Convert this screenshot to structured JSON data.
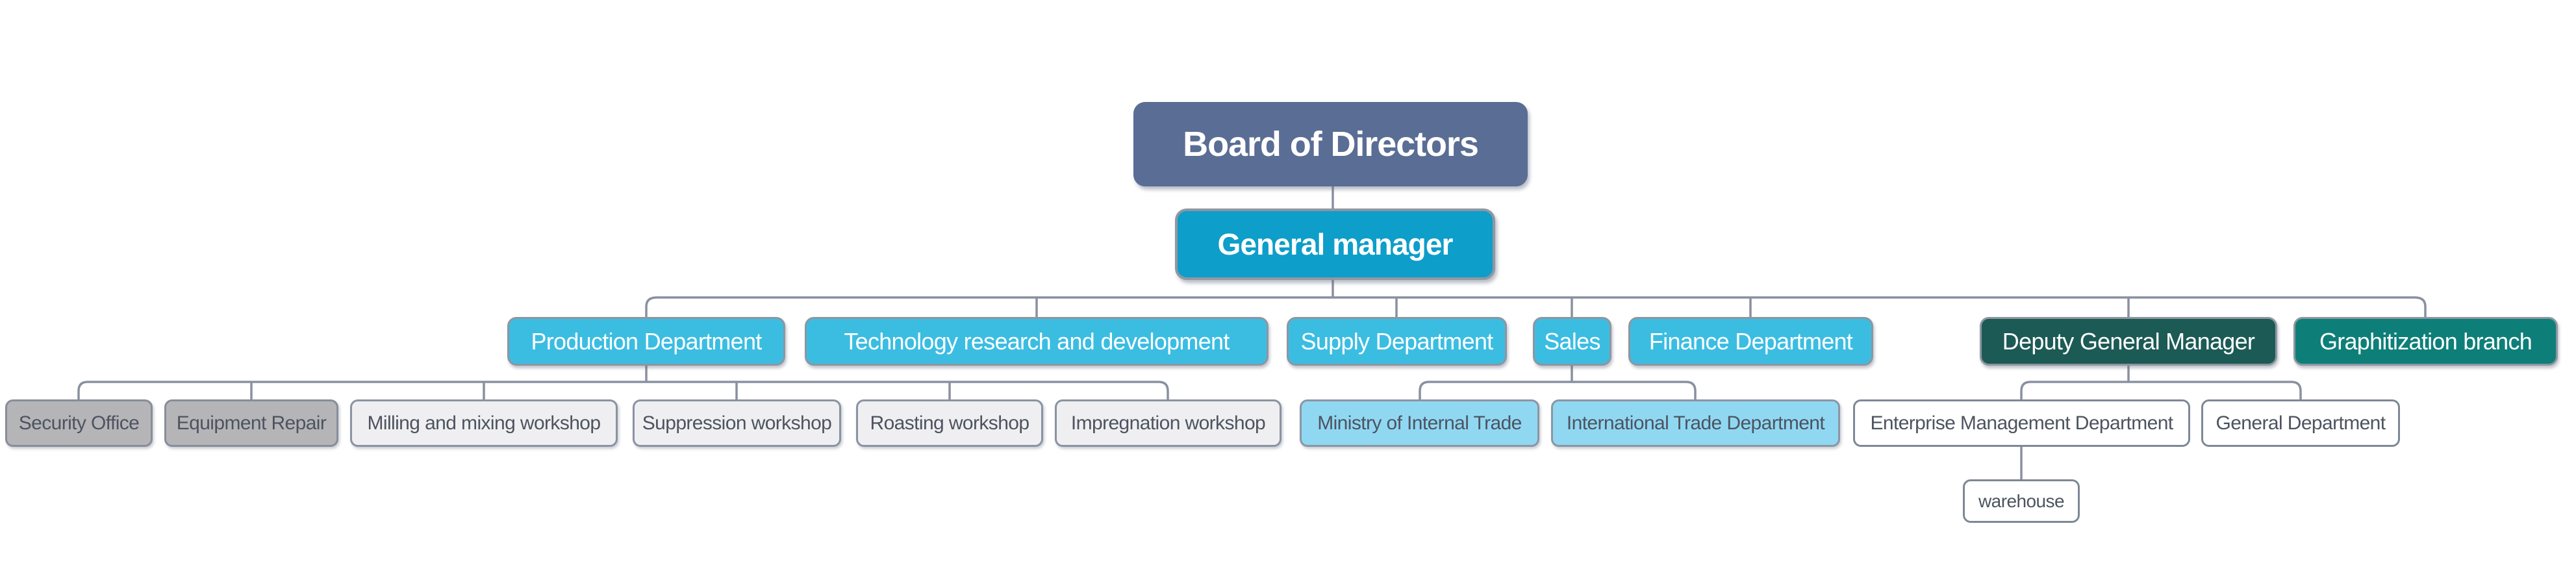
{
  "diagram": {
    "type": "org-chart",
    "background": "#ffffff"
  },
  "palette": {
    "board_fill": "#5a6d94",
    "general_manager_fill": "#0d9ec9",
    "department_fill": "#3bbde2",
    "deputy_fill": "#1c5a55",
    "branch_fill": "#0d7f78",
    "gray_fill": "#b5b5b8",
    "light_gray_fill": "#efeff1",
    "light_blue_fill": "#90d8f2",
    "white_fill": "#ffffff",
    "box_border": "#8b919d",
    "connector": "#8a90a0",
    "text_light": "#ffffff",
    "text_dark": "#4d5360"
  },
  "nodes": {
    "board": {
      "label": "Board of Directors"
    },
    "gm": {
      "label": "General manager"
    },
    "production": {
      "label": "Production Department"
    },
    "technology": {
      "label": "Technology research and development"
    },
    "supply": {
      "label": "Supply Department"
    },
    "sales": {
      "label": "Sales"
    },
    "finance": {
      "label": "Finance Department"
    },
    "deputy": {
      "label": "Deputy General Manager"
    },
    "graphitization": {
      "label": "Graphitization branch"
    },
    "security": {
      "label": "Security Office"
    },
    "equipment": {
      "label": "Equipment Repair"
    },
    "milling": {
      "label": "Milling and mixing workshop"
    },
    "suppression": {
      "label": "Suppression workshop"
    },
    "roasting": {
      "label": "Roasting workshop"
    },
    "impregnation": {
      "label": "Impregnation workshop"
    },
    "ministry": {
      "label": "Ministry of Internal Trade"
    },
    "international": {
      "label": "International Trade Department"
    },
    "enterprise": {
      "label": "Enterprise Management Department"
    },
    "general_dept": {
      "label": "General Department"
    },
    "warehouse": {
      "label": "warehouse"
    }
  },
  "hierarchy": {
    "board": [
      "gm"
    ],
    "gm": [
      "production",
      "technology",
      "supply",
      "sales",
      "finance",
      "deputy",
      "graphitization"
    ],
    "production": [
      "security",
      "equipment",
      "milling",
      "suppression",
      "roasting",
      "impregnation"
    ],
    "sales": [
      "ministry",
      "international"
    ],
    "deputy": [
      "enterprise",
      "general_dept"
    ],
    "enterprise": [
      "warehouse"
    ]
  }
}
